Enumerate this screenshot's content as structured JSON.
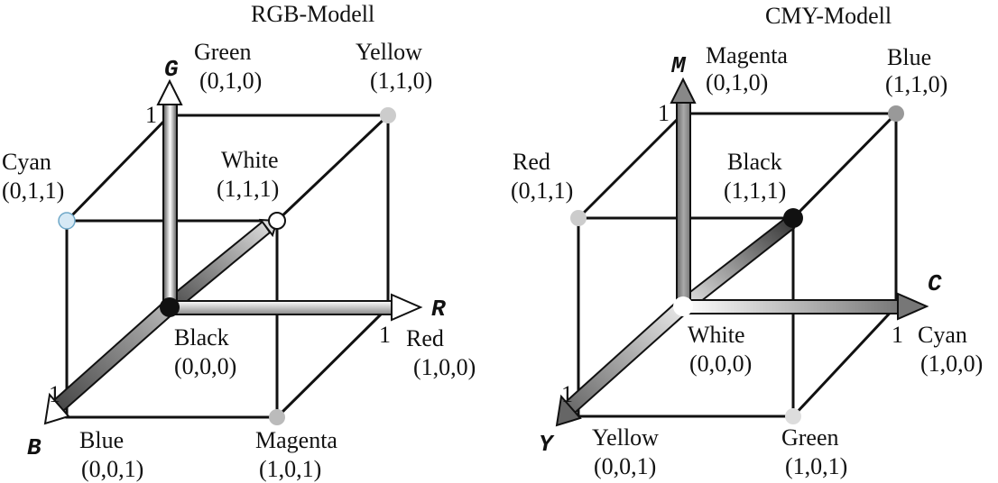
{
  "rgb": {
    "title": "RGB-Modell",
    "axes": {
      "g": "G",
      "r": "R",
      "b": "B"
    },
    "ticks": {
      "g": "1",
      "r": "1",
      "b": "1"
    },
    "corners": {
      "green": {
        "name": "Green",
        "coord": "(0,1,0)"
      },
      "yellow": {
        "name": "Yellow",
        "coord": "(1,1,0)"
      },
      "cyan": {
        "name": "Cyan",
        "coord": "(0,1,1)"
      },
      "white": {
        "name": "White",
        "coord": "(1,1,1)"
      },
      "black": {
        "name": "Black",
        "coord": "(0,0,0)"
      },
      "red": {
        "name": "Red",
        "coord": "(1,0,0)"
      },
      "blue": {
        "name": "Blue",
        "coord": "(0,0,1)"
      },
      "magenta": {
        "name": "Magenta",
        "coord": "(1,0,1)"
      }
    }
  },
  "cmy": {
    "title": "CMY-Modell",
    "axes": {
      "m": "M",
      "c": "C",
      "y": "Y"
    },
    "ticks": {
      "m": "1",
      "c": "1",
      "y": "1"
    },
    "corners": {
      "magenta": {
        "name": "Magenta",
        "coord": "(0,1,0)"
      },
      "blue": {
        "name": "Blue",
        "coord": "(1,1,0)"
      },
      "red": {
        "name": "Red",
        "coord": "(0,1,1)"
      },
      "black": {
        "name": "Black",
        "coord": "(1,1,1)"
      },
      "white": {
        "name": "White",
        "coord": "(0,0,0)"
      },
      "cyan": {
        "name": "Cyan",
        "coord": "(1,0,0)"
      },
      "yellow": {
        "name": "Yellow",
        "coord": "(0,0,1)"
      },
      "green": {
        "name": "Green",
        "coord": "(1,0,1)"
      }
    }
  },
  "colors": {
    "line": "#111111",
    "dot_gray": "#bbbbbb",
    "dot_cyan_edge": "#6fa8c8"
  }
}
